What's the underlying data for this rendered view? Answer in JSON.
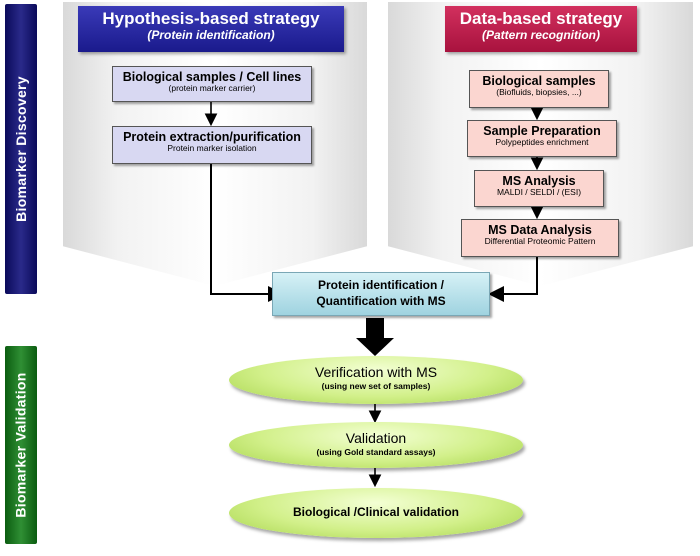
{
  "phases": {
    "discovery": "Biomarker Discovery",
    "validation": "Biomarker Validation"
  },
  "hypothesis": {
    "title": "Hypothesis-based strategy",
    "subtitle": "(Protein identification)",
    "steps": [
      {
        "title": "Biological samples / Cell lines",
        "sub": "(protein marker carrier)"
      },
      {
        "title": "Protein extraction/purification",
        "sub": "Protein marker isolation"
      }
    ]
  },
  "data_based": {
    "title": "Data-based strategy",
    "subtitle": "(Pattern recognition)",
    "steps": [
      {
        "title": "Biological samples",
        "sub": "(Biofluids, biopsies, ...)"
      },
      {
        "title": "Sample Preparation",
        "sub": "Polypeptides enrichment"
      },
      {
        "title": "MS Analysis",
        "sub": "MALDI / SELDI / (ESI)"
      },
      {
        "title": "MS Data Analysis",
        "sub": "Differential Proteomic Pattern"
      }
    ]
  },
  "merge": {
    "line1": "Protein identification /",
    "line2": "Quantification with MS"
  },
  "validation_steps": [
    {
      "title": "Verification with MS",
      "sub": "(using new set of samples)"
    },
    {
      "title": "Validation",
      "sub": "(using Gold standard assays)"
    },
    {
      "title": "Biological /Clinical validation",
      "sub": ""
    }
  ],
  "colors": {
    "discovery_bar": "#1a1a6e",
    "validation_bar": "#1f7a24",
    "hypothesis_header": "#2a2aa8",
    "data_header": "#b8154a",
    "hypothesis_box": "#d8d8f2",
    "data_box": "#fbd6d0",
    "merge_box": "#bfe5ee",
    "validation_ellipse": "#c8ec78"
  }
}
